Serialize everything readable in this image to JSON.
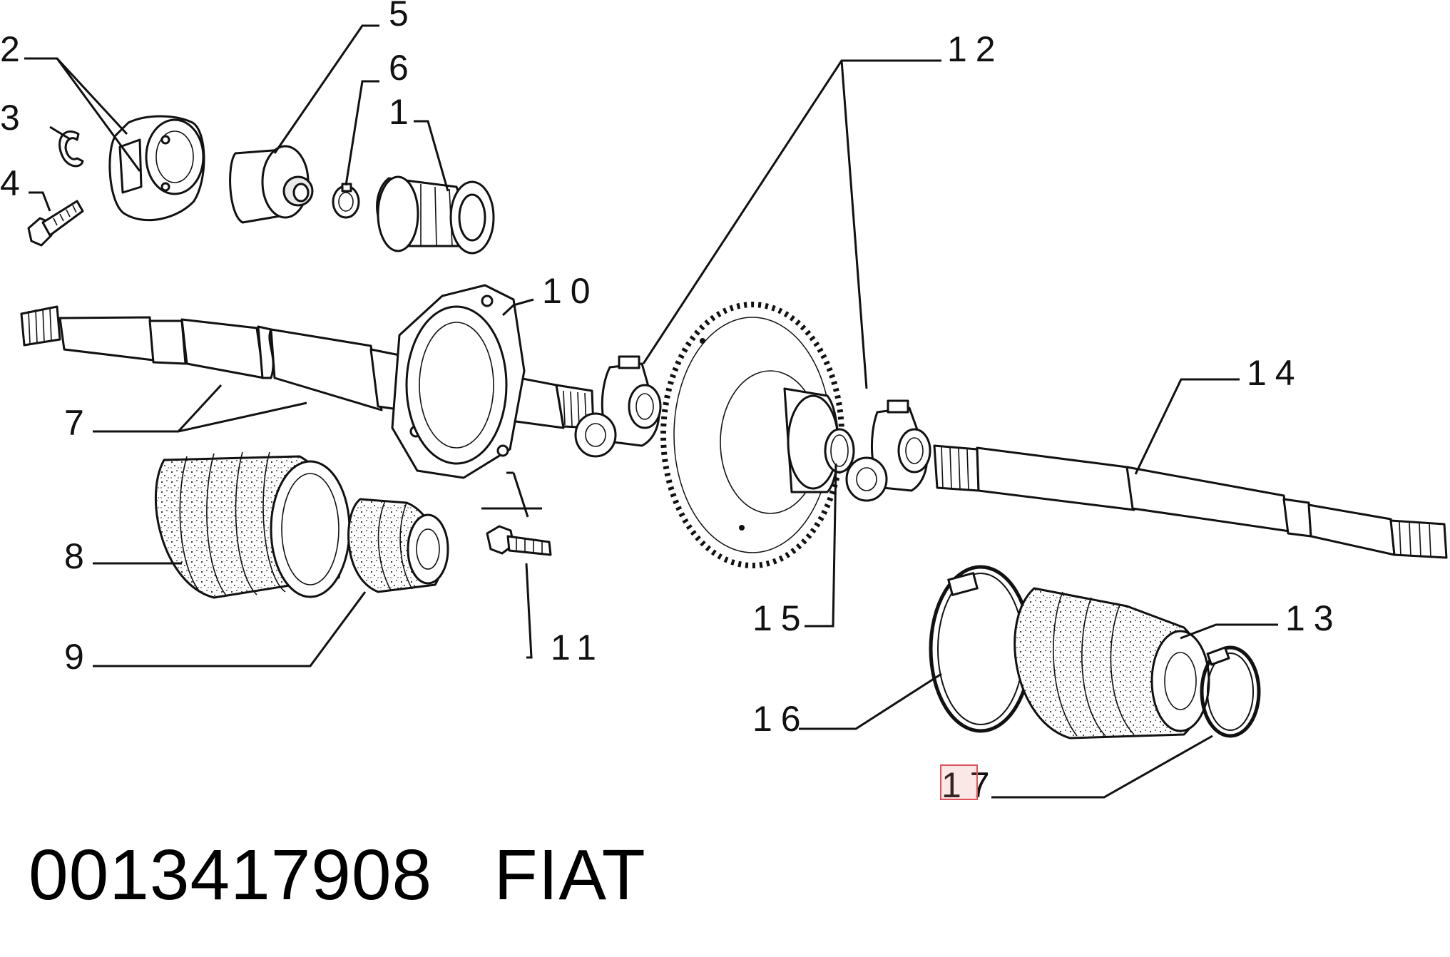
{
  "diagram": {
    "callouts": [
      {
        "id": "1",
        "label": "1"
      },
      {
        "id": "2",
        "label": "2"
      },
      {
        "id": "3",
        "label": "3"
      },
      {
        "id": "4",
        "label": "4"
      },
      {
        "id": "5",
        "label": "5"
      },
      {
        "id": "6",
        "label": "6"
      },
      {
        "id": "7",
        "label": "7"
      },
      {
        "id": "8",
        "label": "8"
      },
      {
        "id": "9",
        "label": "9"
      },
      {
        "id": "10",
        "label": "10"
      },
      {
        "id": "11",
        "label": "11"
      },
      {
        "id": "12",
        "label": "12"
      },
      {
        "id": "13",
        "label": "13"
      },
      {
        "id": "14",
        "label": "14"
      },
      {
        "id": "15",
        "label": "15"
      },
      {
        "id": "16",
        "label": "16"
      },
      {
        "id": "17",
        "label": "17"
      }
    ],
    "highlighted_callout": "17",
    "highlight_color": "#e0525a"
  },
  "footer": {
    "part_number": "0013417908",
    "brand": "FIAT"
  }
}
